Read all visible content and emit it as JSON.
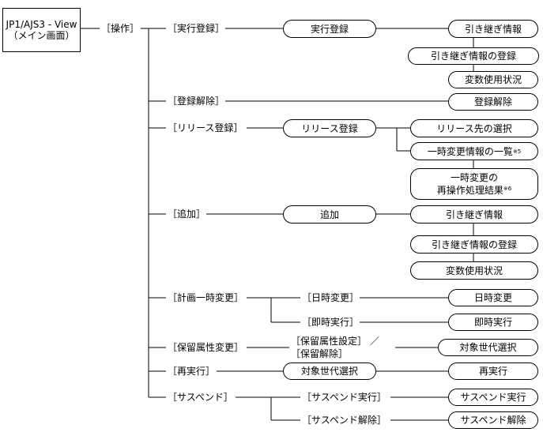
{
  "root": {
    "line1": "JP1/AJS3 - View",
    "line2": "（メイン画面）"
  },
  "menu_operation": "［操作］",
  "branches": {
    "execute_register": "［実行登録］",
    "unregister": "［登録解除］",
    "release_register": "［リリース登録］",
    "add": "［追加］",
    "plan_change": "［計画一時変更］",
    "hold_change": "［保留属性変更］",
    "rerun": "［再実行］",
    "suspend": "［サスペンド］"
  },
  "sub_menus": {
    "datetime_change": "［日時変更］",
    "immediate_run": "［即時実行］",
    "hold_set_line1": "［保留属性設定］ ／",
    "hold_set_line2": "［保留解除］",
    "suspend_run": "［サスペンド実行］",
    "suspend_release": "［サスペンド解除］"
  },
  "dialogs": {
    "exec_register": "実行登録",
    "inherit_info": "引き継ぎ情報",
    "inherit_register": "引き継ぎ情報の登録",
    "var_usage": "変数使用状況",
    "unregister": "登録解除",
    "release_register": "リリース登録",
    "release_target_select": "リリース先の選択",
    "temp_change_list": "一時変更情報の一覧",
    "temp_change_list_note": "※5",
    "temp_reop_line1": "一時変更の",
    "temp_reop_line2": "再操作処理結果",
    "temp_reop_note": "※6",
    "add": "追加",
    "add_inherit_info": "引き継ぎ情報",
    "add_inherit_register": "引き継ぎ情報の登録",
    "add_var_usage": "変数使用状況",
    "datetime_change": "日時変更",
    "immediate_run": "即時実行",
    "target_gen_select": "対象世代選択",
    "rerun_target_gen_select": "対象世代選択",
    "rerun": "再実行",
    "suspend_run": "サスペンド実行",
    "suspend_release": "サスペンド解除"
  }
}
